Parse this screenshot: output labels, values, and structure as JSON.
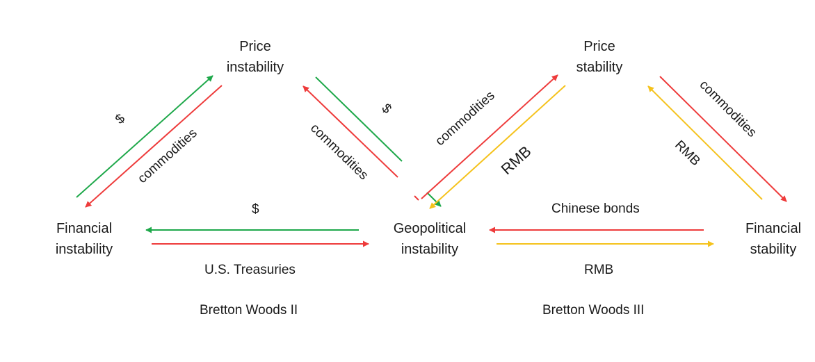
{
  "colors": {
    "green": "#1ea84a",
    "red": "#ee3b3b",
    "yellow": "#f5c21b",
    "text": "#1a1a1a"
  },
  "bw2": {
    "nodes": {
      "price": [
        "Price",
        "instability"
      ],
      "financial": [
        "Financial",
        "instability"
      ],
      "geopolitical": [
        "Geopolitical",
        "instability"
      ]
    },
    "edges": {
      "fin_to_price": "$",
      "price_to_fin": "commodities",
      "geo_to_price": "$",
      "price_to_geo": "commodities",
      "geo_to_fin": "$",
      "fin_to_geo": "U.S. Treasuries"
    },
    "caption": "Bretton Woods II"
  },
  "bw3": {
    "nodes": {
      "price": [
        "Price",
        "stability"
      ],
      "financial": [
        "Financial",
        "stability"
      ]
    },
    "edges": {
      "geo_to_price": "commodities",
      "price_to_geo": "RMB",
      "price_to_fin": "commodities",
      "fin_to_price": "RMB",
      "fin_to_geo": "Chinese bonds",
      "geo_to_fin": "RMB"
    },
    "caption": "Bretton Woods III"
  }
}
